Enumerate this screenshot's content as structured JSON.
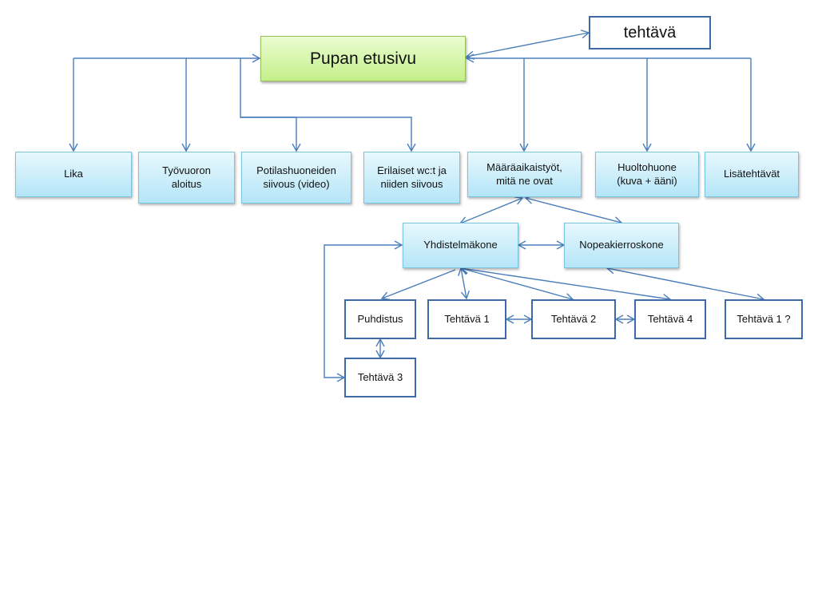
{
  "colors": {
    "connector": "#4a7ebb",
    "node_border": "#3d6aa6",
    "main_fill": "#c4ef8a",
    "topic_fill": "#b4e5f8"
  },
  "nodes": {
    "main": "Pupan etusivu",
    "task_top": "tehtävä",
    "lika": "Lika",
    "tyovuoron_aloitus": "Työvuoron\naloitus",
    "potilashuoneiden_siivous": "Potilashuoneiden\nsiivous (video)",
    "erilaiset_wct": "Erilaiset wc:t ja\nniiden siivous",
    "maaraaikaistyot": "Määräaikaistyöt,\nmitä ne ovat",
    "huoltohuone": "Huoltohuone\n(kuva + ääni)",
    "lisatehtavat": "Lisätehtävät",
    "yhdistelmakone": "Yhdistelmäkone",
    "nopeakierroskone": "Nopeakierroskone",
    "puhdistus": "Puhdistus",
    "tehtava_1": "Tehtävä 1",
    "tehtava_2": "Tehtävä 2",
    "tehtava_4": "Tehtävä 4",
    "tehtava_1_q": "Tehtävä 1 ?",
    "tehtava_3": "Tehtävä 3"
  }
}
